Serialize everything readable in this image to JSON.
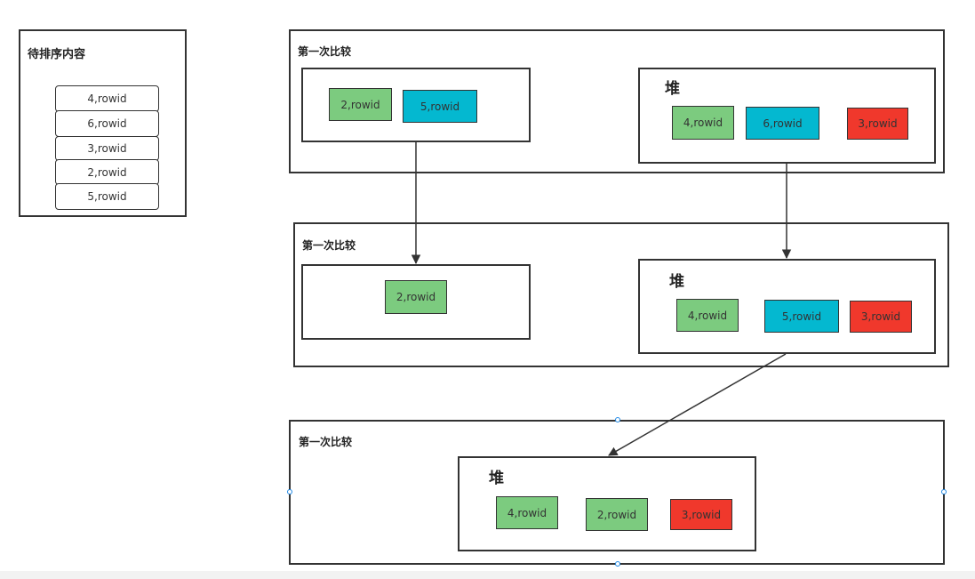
{
  "colors": {
    "green": "#7ccb7f",
    "cyan": "#04b8d0",
    "red": "#f0382c",
    "stroke": "#333333",
    "handle": "#1e88e5"
  },
  "pending": {
    "title": "待排序内容",
    "items": [
      "4,rowid",
      "6,rowid",
      "3,rowid",
      "2,rowid",
      "5,rowid"
    ]
  },
  "stages": [
    {
      "title": "第一次比较",
      "left_nodes": [
        {
          "label": "2,rowid",
          "color": "green"
        },
        {
          "label": "5,rowid",
          "color": "cyan"
        }
      ],
      "heap": {
        "label": "堆",
        "nodes": [
          {
            "label": "4,rowid",
            "color": "green"
          },
          {
            "label": "6,rowid",
            "color": "cyan"
          },
          {
            "label": "3,rowid",
            "color": "red"
          }
        ]
      }
    },
    {
      "title": "第一次比较",
      "left_nodes": [
        {
          "label": "2,rowid",
          "color": "green"
        }
      ],
      "heap": {
        "label": "堆",
        "nodes": [
          {
            "label": "4,rowid",
            "color": "green"
          },
          {
            "label": "5,rowid",
            "color": "cyan"
          },
          {
            "label": "3,rowid",
            "color": "red"
          }
        ]
      }
    },
    {
      "title": "第一次比较",
      "heap": {
        "label": "堆",
        "nodes": [
          {
            "label": "4,rowid",
            "color": "green"
          },
          {
            "label": "2,rowid",
            "color": "green"
          },
          {
            "label": "3,rowid",
            "color": "red"
          }
        ]
      }
    }
  ]
}
